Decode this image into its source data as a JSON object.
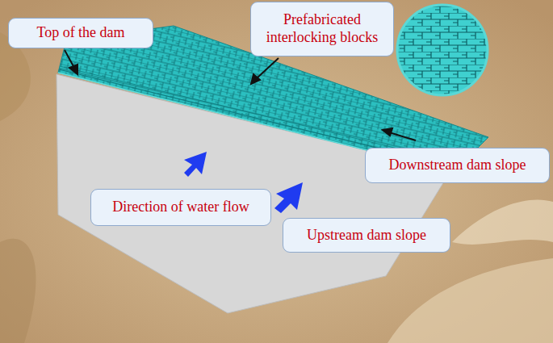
{
  "diagram": {
    "nodes": [
      {
        "text": [
          "Top of the dam"
        ]
      },
      {
        "text": [
          "Prefabricated interlocking blocks"
        ]
      },
      {
        "text": [
          "Downstream dam slope"
        ]
      },
      {
        "text": [
          "Direction of water flow"
        ]
      },
      {
        "text": [
          "Upstream dam slope"
        ]
      }
    ]
  }
}
